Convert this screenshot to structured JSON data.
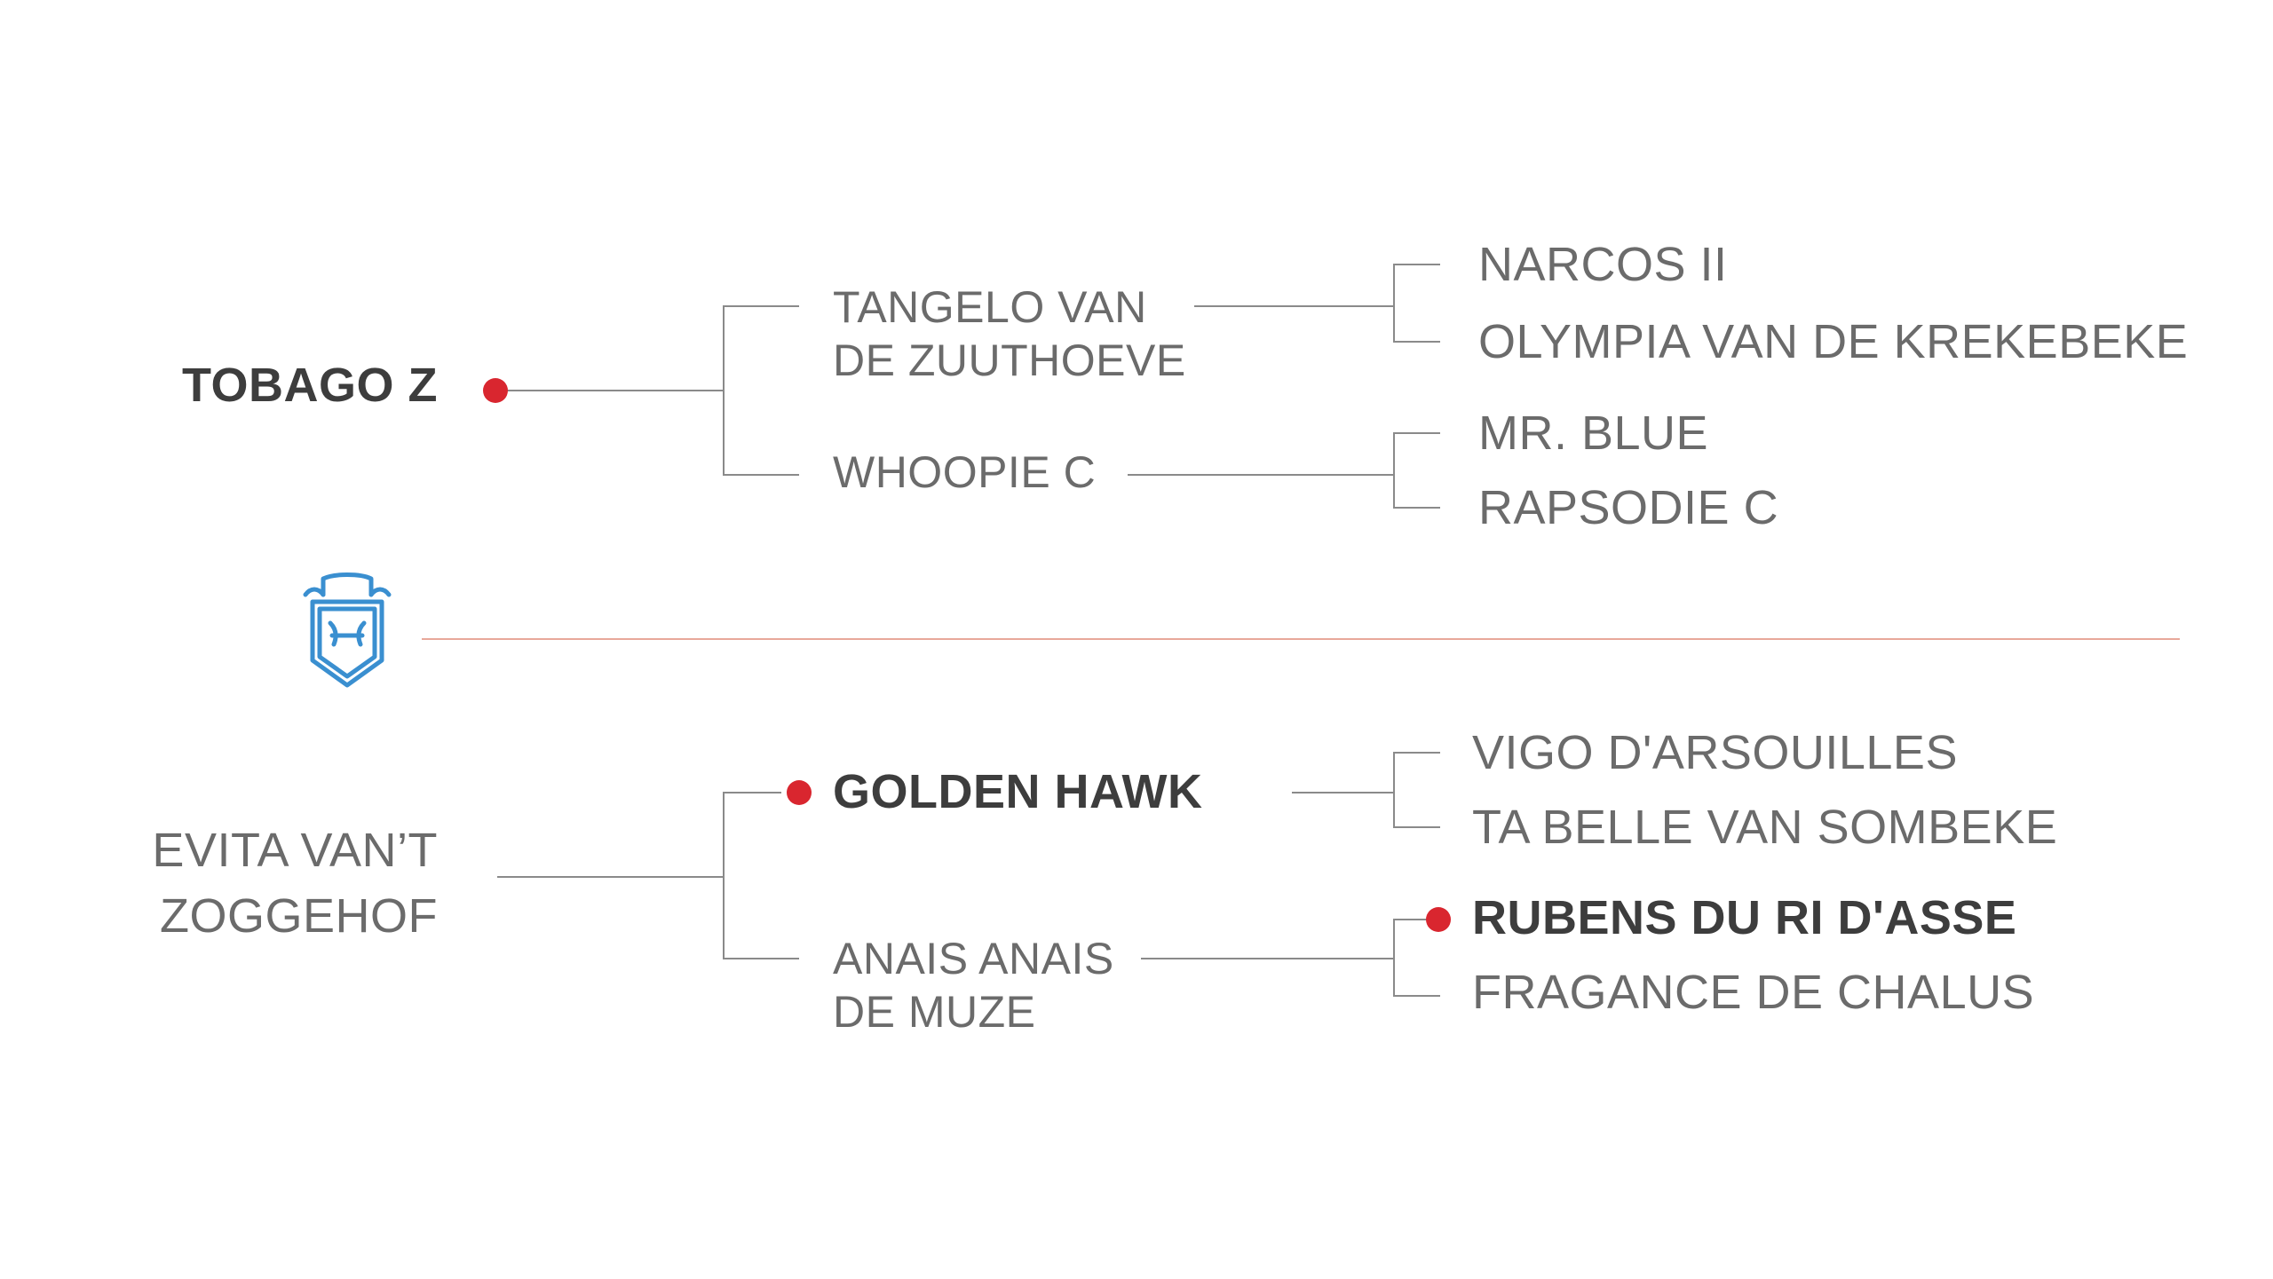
{
  "colors": {
    "line": "#8a8a8a",
    "separator": "#e8a89a",
    "dot": "#d9262f",
    "text": "#6b6b6b",
    "text_bold": "#3d3d3d",
    "logo": "#3a8fd0"
  },
  "sire": {
    "name": "TOBAGO Z",
    "sire": {
      "name_l1": "TANGELO VAN",
      "name_l2": "DE ZUUTHOEVE",
      "sire": "NARCOS II",
      "dam": "OLYMPIA VAN DE KREKEBEKE"
    },
    "dam": {
      "name": "WHOOPIE C",
      "sire": "MR. BLUE",
      "dam": "RAPSODIE C"
    }
  },
  "logo": {
    "icon": "shield-horse-crest-icon"
  },
  "dam": {
    "name_l1": "EVITA VAN’T",
    "name_l2": "ZOGGEHOF",
    "sire": {
      "name": "GOLDEN HAWK",
      "sire": "VIGO D'ARSOUILLES",
      "dam": "TA BELLE VAN SOMBEKE"
    },
    "dam": {
      "name_l1": "ANAIS ANAIS",
      "name_l2": "DE MUZE",
      "sire": "RUBENS DU RI D'ASSE",
      "dam": "FRAGANCE DE CHALUS"
    }
  }
}
